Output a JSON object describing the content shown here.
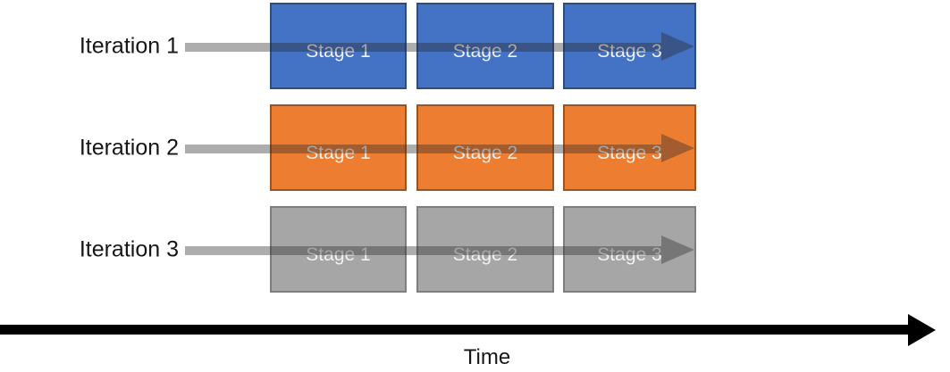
{
  "diagram": {
    "rows": [
      {
        "label": "Iteration 1",
        "fill": "#4472C4",
        "border": "#2E4D7B",
        "stages": [
          "Stage 1",
          "Stage 2",
          "Stage 3"
        ]
      },
      {
        "label": "Iteration 2",
        "fill": "#ED7D31",
        "border": "#9C5322",
        "stages": [
          "Stage 1",
          "Stage 2",
          "Stage 3"
        ]
      },
      {
        "label": "Iteration 3",
        "fill": "#A6A6A6",
        "border": "#7E7E7E",
        "stages": [
          "Stage 1",
          "Stage 2",
          "Stage 3"
        ]
      }
    ],
    "stage_text_color": "#F2F2F2",
    "iteration_arrow_color": "rgba(40,40,40,0.38)",
    "time_axis": {
      "label": "Time",
      "color": "#000000"
    }
  }
}
